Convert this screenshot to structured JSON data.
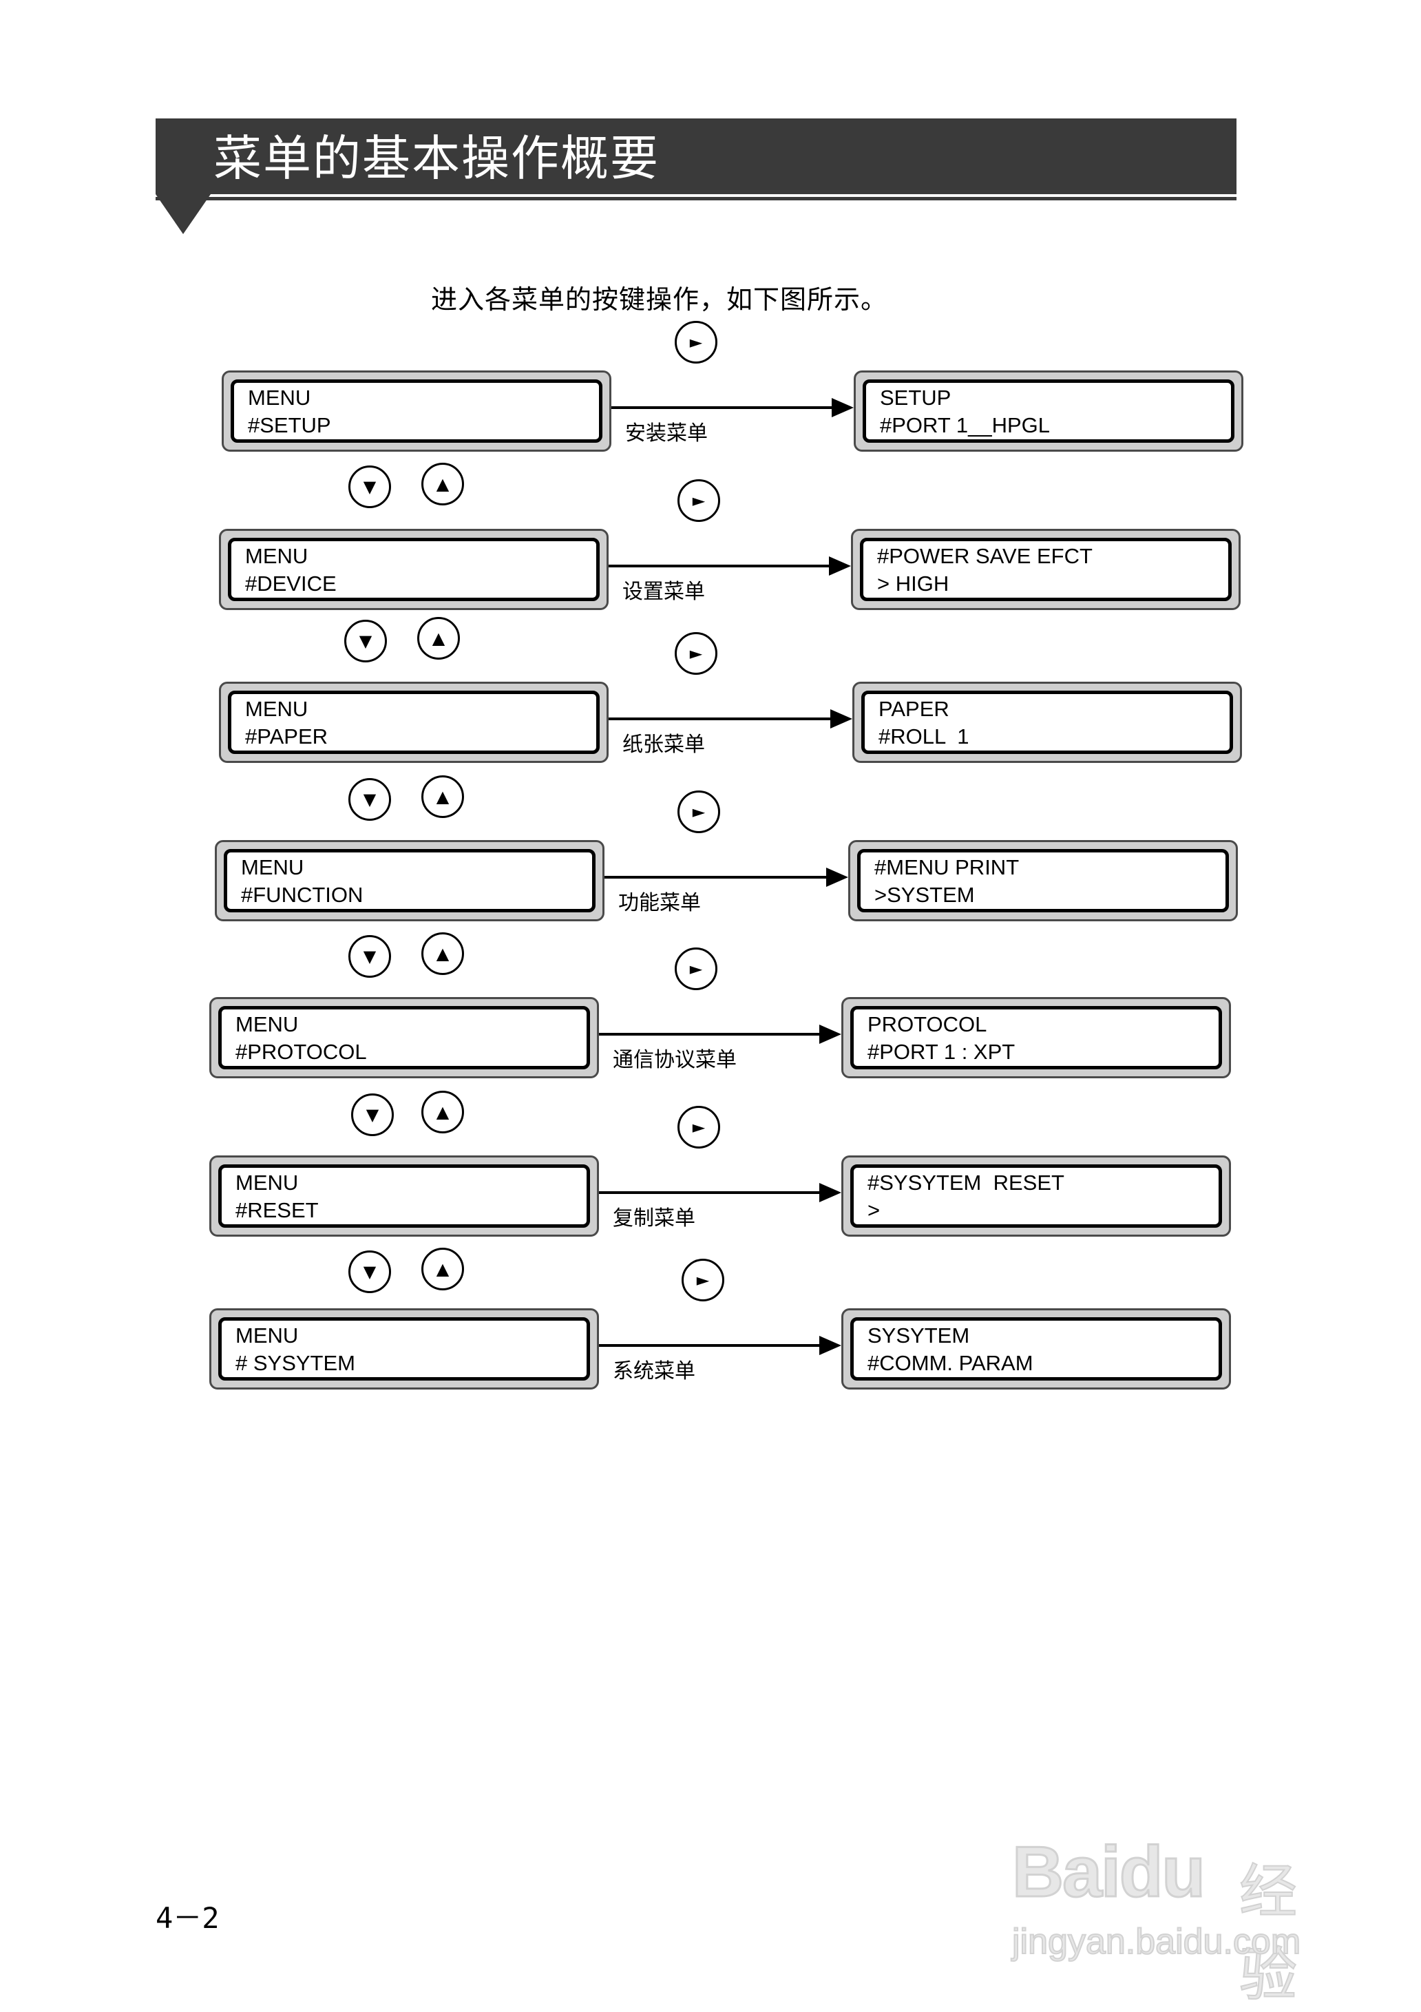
{
  "header": {
    "title": "菜单的基本操作概要"
  },
  "intro": "进入各菜单的按键操作，如下图所示。",
  "buttons": {
    "right": "►",
    "down": "▼",
    "up": "▲"
  },
  "rows": [
    {
      "left": [
        "MENU",
        "#SETUP"
      ],
      "label": "安装菜单",
      "right": [
        "SETUP",
        "#PORT 1__HPGL"
      ]
    },
    {
      "left": [
        "MENU",
        "#DEVICE"
      ],
      "label": "设置菜单",
      "right": [
        "#POWER SAVE EFCT",
        "> HIGH"
      ]
    },
    {
      "left": [
        "MENU",
        "#PAPER"
      ],
      "label": "纸张菜单",
      "right": [
        "PAPER",
        "#ROLL  1"
      ]
    },
    {
      "left": [
        "MENU",
        "#FUNCTION"
      ],
      "label": "功能菜单",
      "right": [
        "#MENU PRINT",
        ">SYSTEM"
      ]
    },
    {
      "left": [
        "MENU",
        "#PROTOCOL"
      ],
      "label": "通信协议菜单",
      "right": [
        "PROTOCOL",
        "#PORT 1 : XPT"
      ]
    },
    {
      "left": [
        "MENU",
        "#RESET"
      ],
      "label": "复制菜单",
      "right": [
        "#SYSYTEM  RESET",
        ">"
      ]
    },
    {
      "left": [
        "MENU",
        "# SYSYTEM"
      ],
      "label": "系统菜单",
      "right": [
        "SYSYTEM",
        "#COMM. PARAM"
      ]
    }
  ],
  "page_number": "4－2",
  "watermark": {
    "brand": "Baidu",
    "cn": "经验",
    "url": "jingyan.baidu.com"
  }
}
